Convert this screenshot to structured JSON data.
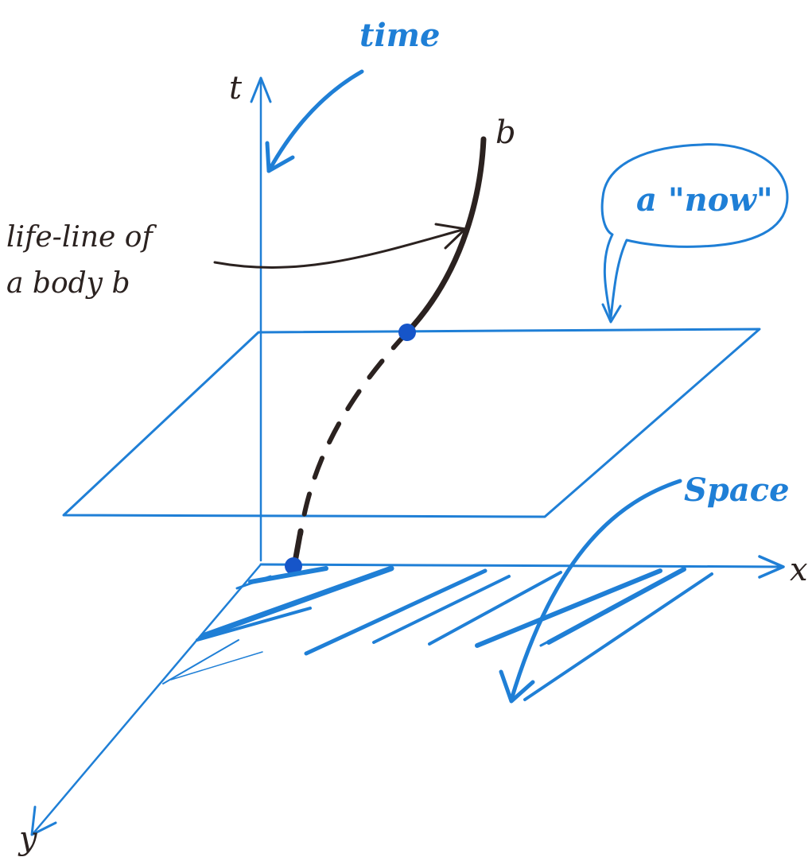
{
  "labels": {
    "time": "time",
    "t_axis": "t",
    "b": "b",
    "now": "a \"now\"",
    "lifeline_line1": "life-line of",
    "lifeline_line2": "a body b",
    "space": "Space",
    "x_axis": "x",
    "y_axis": "y"
  },
  "colors": {
    "ink_blue": "#1f7fd6",
    "ink_dark": "#2b2220",
    "dot_blue": "#1655c9",
    "background": "#ffffff"
  }
}
